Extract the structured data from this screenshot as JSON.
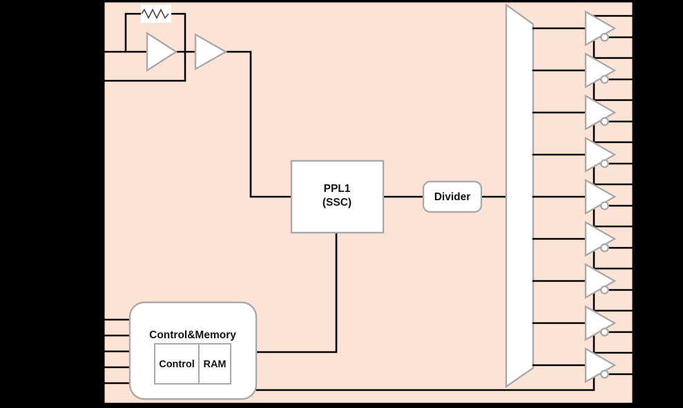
{
  "scene": {
    "background_color": "#000000"
  },
  "chip": {
    "fill": "#FCE3D5",
    "border_color": "#000000"
  },
  "style": {
    "block_fill": "#FFFFFF",
    "block_border": "#A9A9A9",
    "wire_color": "#000000"
  },
  "oscillator": {
    "resistor_icon": "resistor-zigzag",
    "amplifier_count": 2
  },
  "pll": {
    "line1": "PPL1",
    "line2": "(SSC)"
  },
  "divider": {
    "label": "Divider"
  },
  "control_memory": {
    "title": "Control&Memory",
    "control": "Control",
    "ram": "RAM"
  },
  "outputs": {
    "buffer_count": 9,
    "lines_per_buffer": 2
  },
  "inputs": {
    "crystal_pin_count": 2,
    "control_pin_count": 5
  }
}
